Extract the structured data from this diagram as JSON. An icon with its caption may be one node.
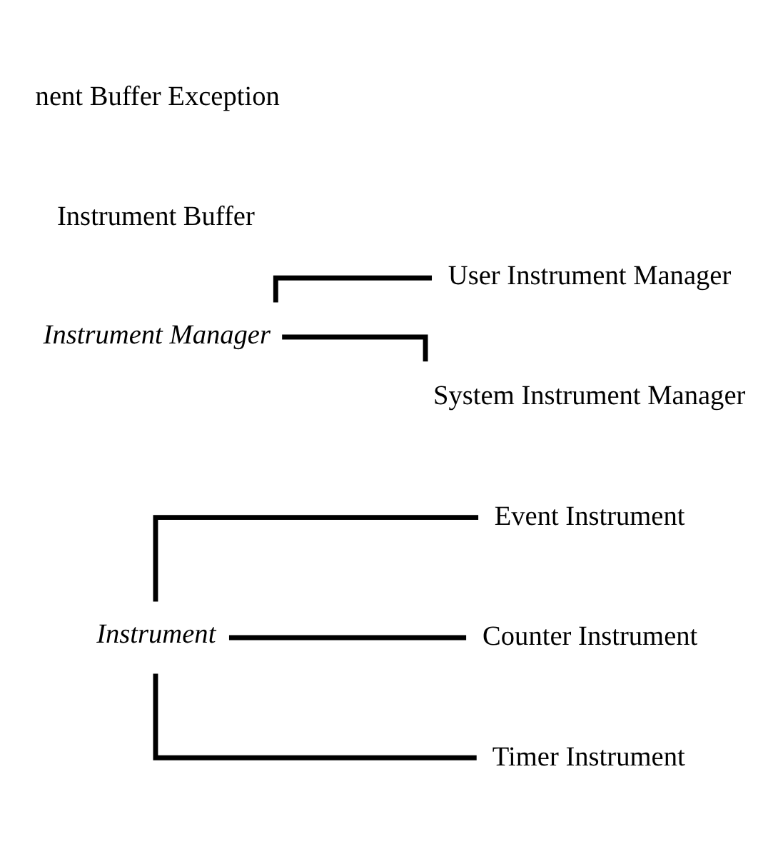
{
  "diagram": {
    "nodes": [
      {
        "text": [
          "Instrument"
        ]
      },
      {
        "text": [
          "Event Instrument"
        ]
      },
      {
        "text": [
          "Counter Instrument"
        ]
      },
      {
        "text": [
          "Timer Instrument"
        ]
      },
      {
        "text": [
          "Instrument Manager"
        ]
      },
      {
        "text": [
          "User Instrument Manager"
        ]
      },
      {
        "text": [
          "System Instrument Manager"
        ]
      }
    ],
    "edges": [
      {
        "from": 0,
        "to": 1,
        "arrow": "none"
      },
      {
        "from": 0,
        "to": 2,
        "arrow": "none"
      },
      {
        "from": 0,
        "to": 3,
        "arrow": "none"
      },
      {
        "from": 4,
        "to": 5,
        "arrow": "none"
      },
      {
        "from": 4,
        "to": 6,
        "arrow": "none"
      }
    ],
    "labels": [
      "Instrument Buffer",
      "nent Buffer Exception"
    ]
  }
}
